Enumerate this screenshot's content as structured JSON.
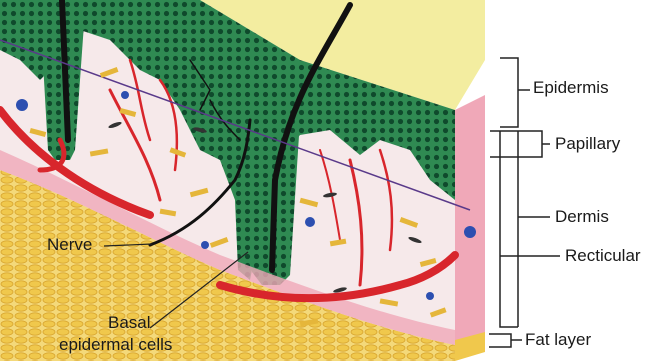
{
  "labels": {
    "epidermis": "Epidermis",
    "papillary": "Papillary",
    "dermis": "Dermis",
    "recticular": "Recticular",
    "fat_layer": "Fat layer",
    "nerve": "Nerve",
    "basal_line1": "Basal",
    "basal_line2": "epidermal cells"
  },
  "colors": {
    "epidermis_top": "#f3eda0",
    "epidermis_green": "#2f8a52",
    "dermis_bg": "#f6e9ea",
    "dermis_pink": "#f0a8b8",
    "vessel_red": "#d8262c",
    "fat_yellow": "#f2d36b",
    "nerve_black": "#111111",
    "fiber_yellow": "#e5b63a",
    "cell_blue": "#2d4fb0"
  }
}
